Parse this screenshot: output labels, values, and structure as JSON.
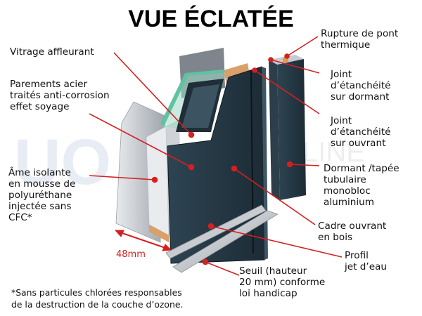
{
  "title": "VUE ÉCLATÉE",
  "labels": {
    "vitrage": "Vitrage affleurant",
    "parements": "Parements acier\ntraités anti-corrosion\neffet soyage",
    "ame": "Âme isolante\nen mousse de\npolyuréthane\ninjectée sans\nCFC*",
    "rupture": "Rupture de pont\nthermique",
    "joint_dormant": "Joint\nd’étanchéité\nsur dormant",
    "joint_ouvrant": "Joint\nd’étanchéité\nsur ouvrant",
    "dormant": "Dormant /tapée\ntubulaire\nmonobloc\naluminium",
    "cadre": "Cadre ouvrant\nen bois",
    "profil": "Profil\njet d’eau",
    "seuil": "Seuil (hauteur\n20 mm) conforme\nloi handicap"
  },
  "dimension": "48mm",
  "footnote": "*Sans particules chlorées responsables\nde la destruction de la couche d’ozone.",
  "colors": {
    "leader_line": "#d42020",
    "panel_dark": "#243844",
    "steel": "#c9cdd2",
    "wood": "#d9a067",
    "glass": "#5fc3a3"
  }
}
